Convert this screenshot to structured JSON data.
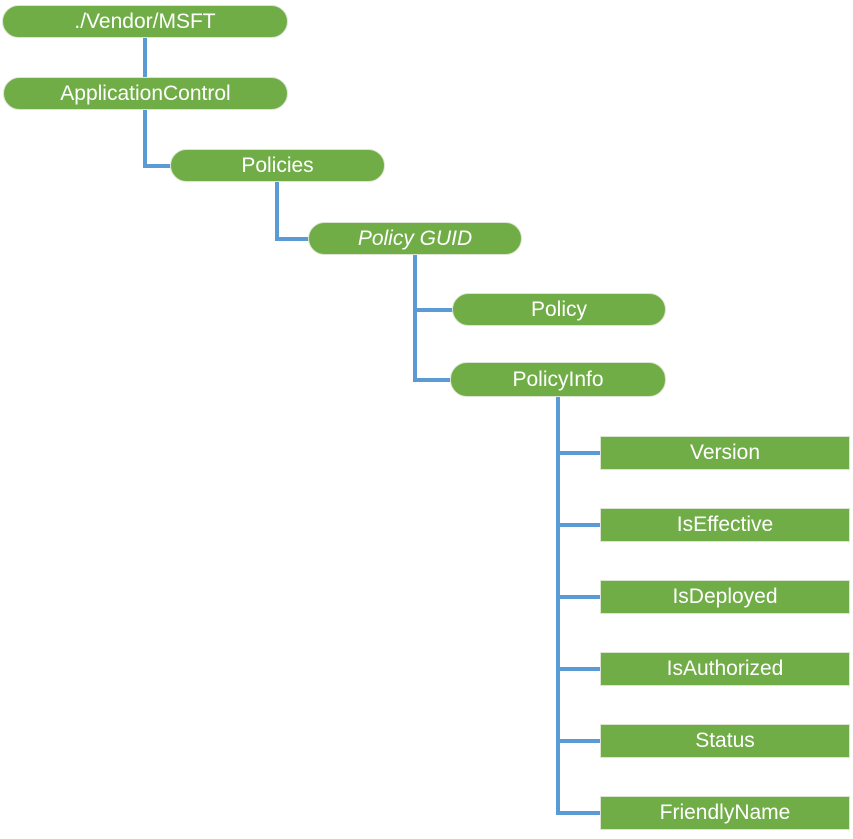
{
  "diagram": {
    "type": "tree",
    "colors": {
      "node_fill": "#70AD47",
      "connector": "#5B9BD5",
      "node_text": "#FFFFFF"
    },
    "nodes": {
      "root": {
        "label": "./Vendor/MSFT",
        "shape": "pill"
      },
      "appcontrol": {
        "label": "ApplicationControl",
        "shape": "pill"
      },
      "policies": {
        "label": "Policies",
        "shape": "pill"
      },
      "policy_guid": {
        "label": "Policy GUID",
        "shape": "pill",
        "style": "italic"
      },
      "policy": {
        "label": "Policy",
        "shape": "pill"
      },
      "policy_info": {
        "label": "PolicyInfo",
        "shape": "pill"
      },
      "version": {
        "label": "Version",
        "shape": "rect"
      },
      "is_effective": {
        "label": "IsEffective",
        "shape": "rect"
      },
      "is_deployed": {
        "label": "IsDeployed",
        "shape": "rect"
      },
      "is_authorized": {
        "label": "IsAuthorized",
        "shape": "rect"
      },
      "status": {
        "label": "Status",
        "shape": "rect"
      },
      "friendly_name": {
        "label": "FriendlyName",
        "shape": "rect"
      }
    },
    "edges": [
      {
        "parent": "./Vendor/MSFT",
        "child": "ApplicationControl"
      },
      {
        "parent": "ApplicationControl",
        "child": "Policies"
      },
      {
        "parent": "Policies",
        "child": "Policy GUID"
      },
      {
        "parent": "Policy GUID",
        "child": "Policy"
      },
      {
        "parent": "Policy GUID",
        "child": "PolicyInfo"
      },
      {
        "parent": "PolicyInfo",
        "child": "Version"
      },
      {
        "parent": "PolicyInfo",
        "child": "IsEffective"
      },
      {
        "parent": "PolicyInfo",
        "child": "IsDeployed"
      },
      {
        "parent": "PolicyInfo",
        "child": "IsAuthorized"
      },
      {
        "parent": "PolicyInfo",
        "child": "Status"
      },
      {
        "parent": "PolicyInfo",
        "child": "FriendlyName"
      }
    ]
  }
}
